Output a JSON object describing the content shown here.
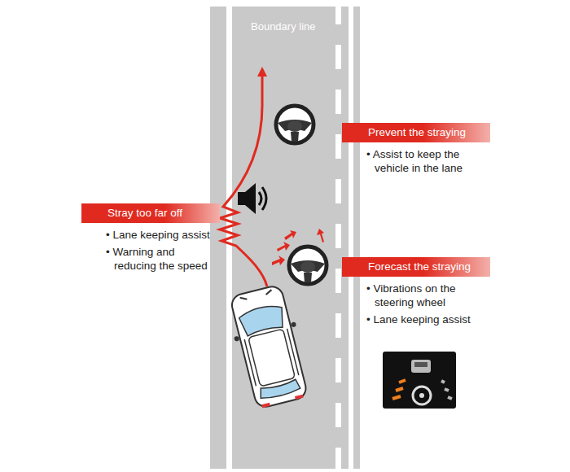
{
  "diagram": {
    "nodes": [
      {
        "text": [
          "Prevent the straying",
          "• Assist to keep the vehicle in the lane"
        ]
      },
      {
        "text": [
          "Stray too far off",
          "• Lane keeping assist",
          "• Warning and reducing the speed"
        ]
      },
      {
        "text": [
          "Forecast the straying",
          "• Vibrations on the steering wheel",
          "• Lane keeping assist"
        ]
      }
    ],
    "edges": [],
    "labels": [
      "Boundary line"
    ]
  }
}
